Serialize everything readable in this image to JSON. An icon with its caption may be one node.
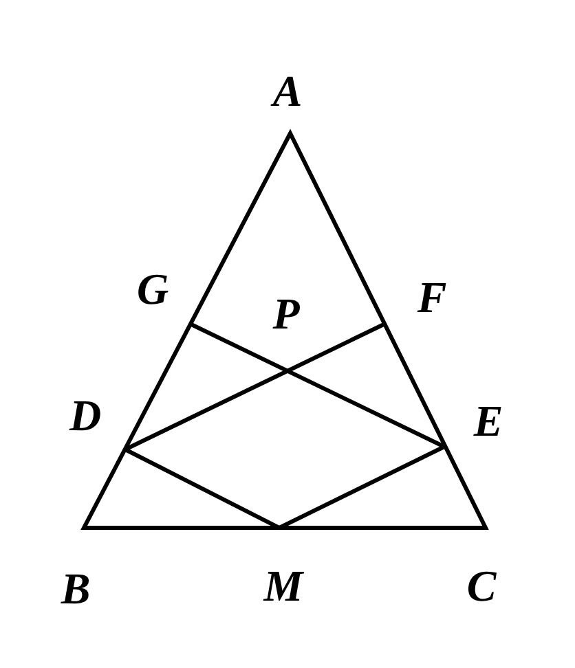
{
  "diagram": {
    "labels": [
      "A",
      "G",
      "P",
      "F",
      "D",
      "E",
      "B",
      "M",
      "C"
    ]
  }
}
